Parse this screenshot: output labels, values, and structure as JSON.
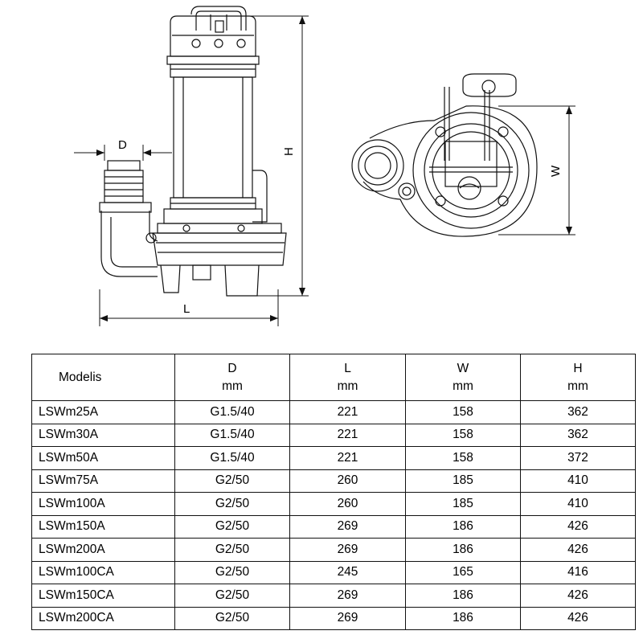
{
  "dimension_labels": {
    "d": "D",
    "h": "H",
    "l": "L",
    "w": "W"
  },
  "table": {
    "headers": [
      {
        "name": "Modelis",
        "unit": ""
      },
      {
        "name": "D",
        "unit": "mm"
      },
      {
        "name": "L",
        "unit": "mm"
      },
      {
        "name": "W",
        "unit": "mm"
      },
      {
        "name": "H",
        "unit": "mm"
      }
    ],
    "rows": [
      [
        "LSWm25A",
        "G1.5/40",
        "221",
        "158",
        "362"
      ],
      [
        "LSWm30A",
        "G1.5/40",
        "221",
        "158",
        "362"
      ],
      [
        "LSWm50A",
        "G1.5/40",
        "221",
        "158",
        "372"
      ],
      [
        "LSWm75A",
        "G2/50",
        "260",
        "185",
        "410"
      ],
      [
        "LSWm100A",
        "G2/50",
        "260",
        "185",
        "410"
      ],
      [
        "LSWm150A",
        "G2/50",
        "269",
        "186",
        "426"
      ],
      [
        "LSWm200A",
        "G2/50",
        "269",
        "186",
        "426"
      ],
      [
        "LSWm100CA",
        "G2/50",
        "245",
        "165",
        "416"
      ],
      [
        "LSWm150CA",
        "G2/50",
        "269",
        "186",
        "426"
      ],
      [
        "LSWm200CA",
        "G2/50",
        "269",
        "186",
        "426"
      ]
    ]
  }
}
